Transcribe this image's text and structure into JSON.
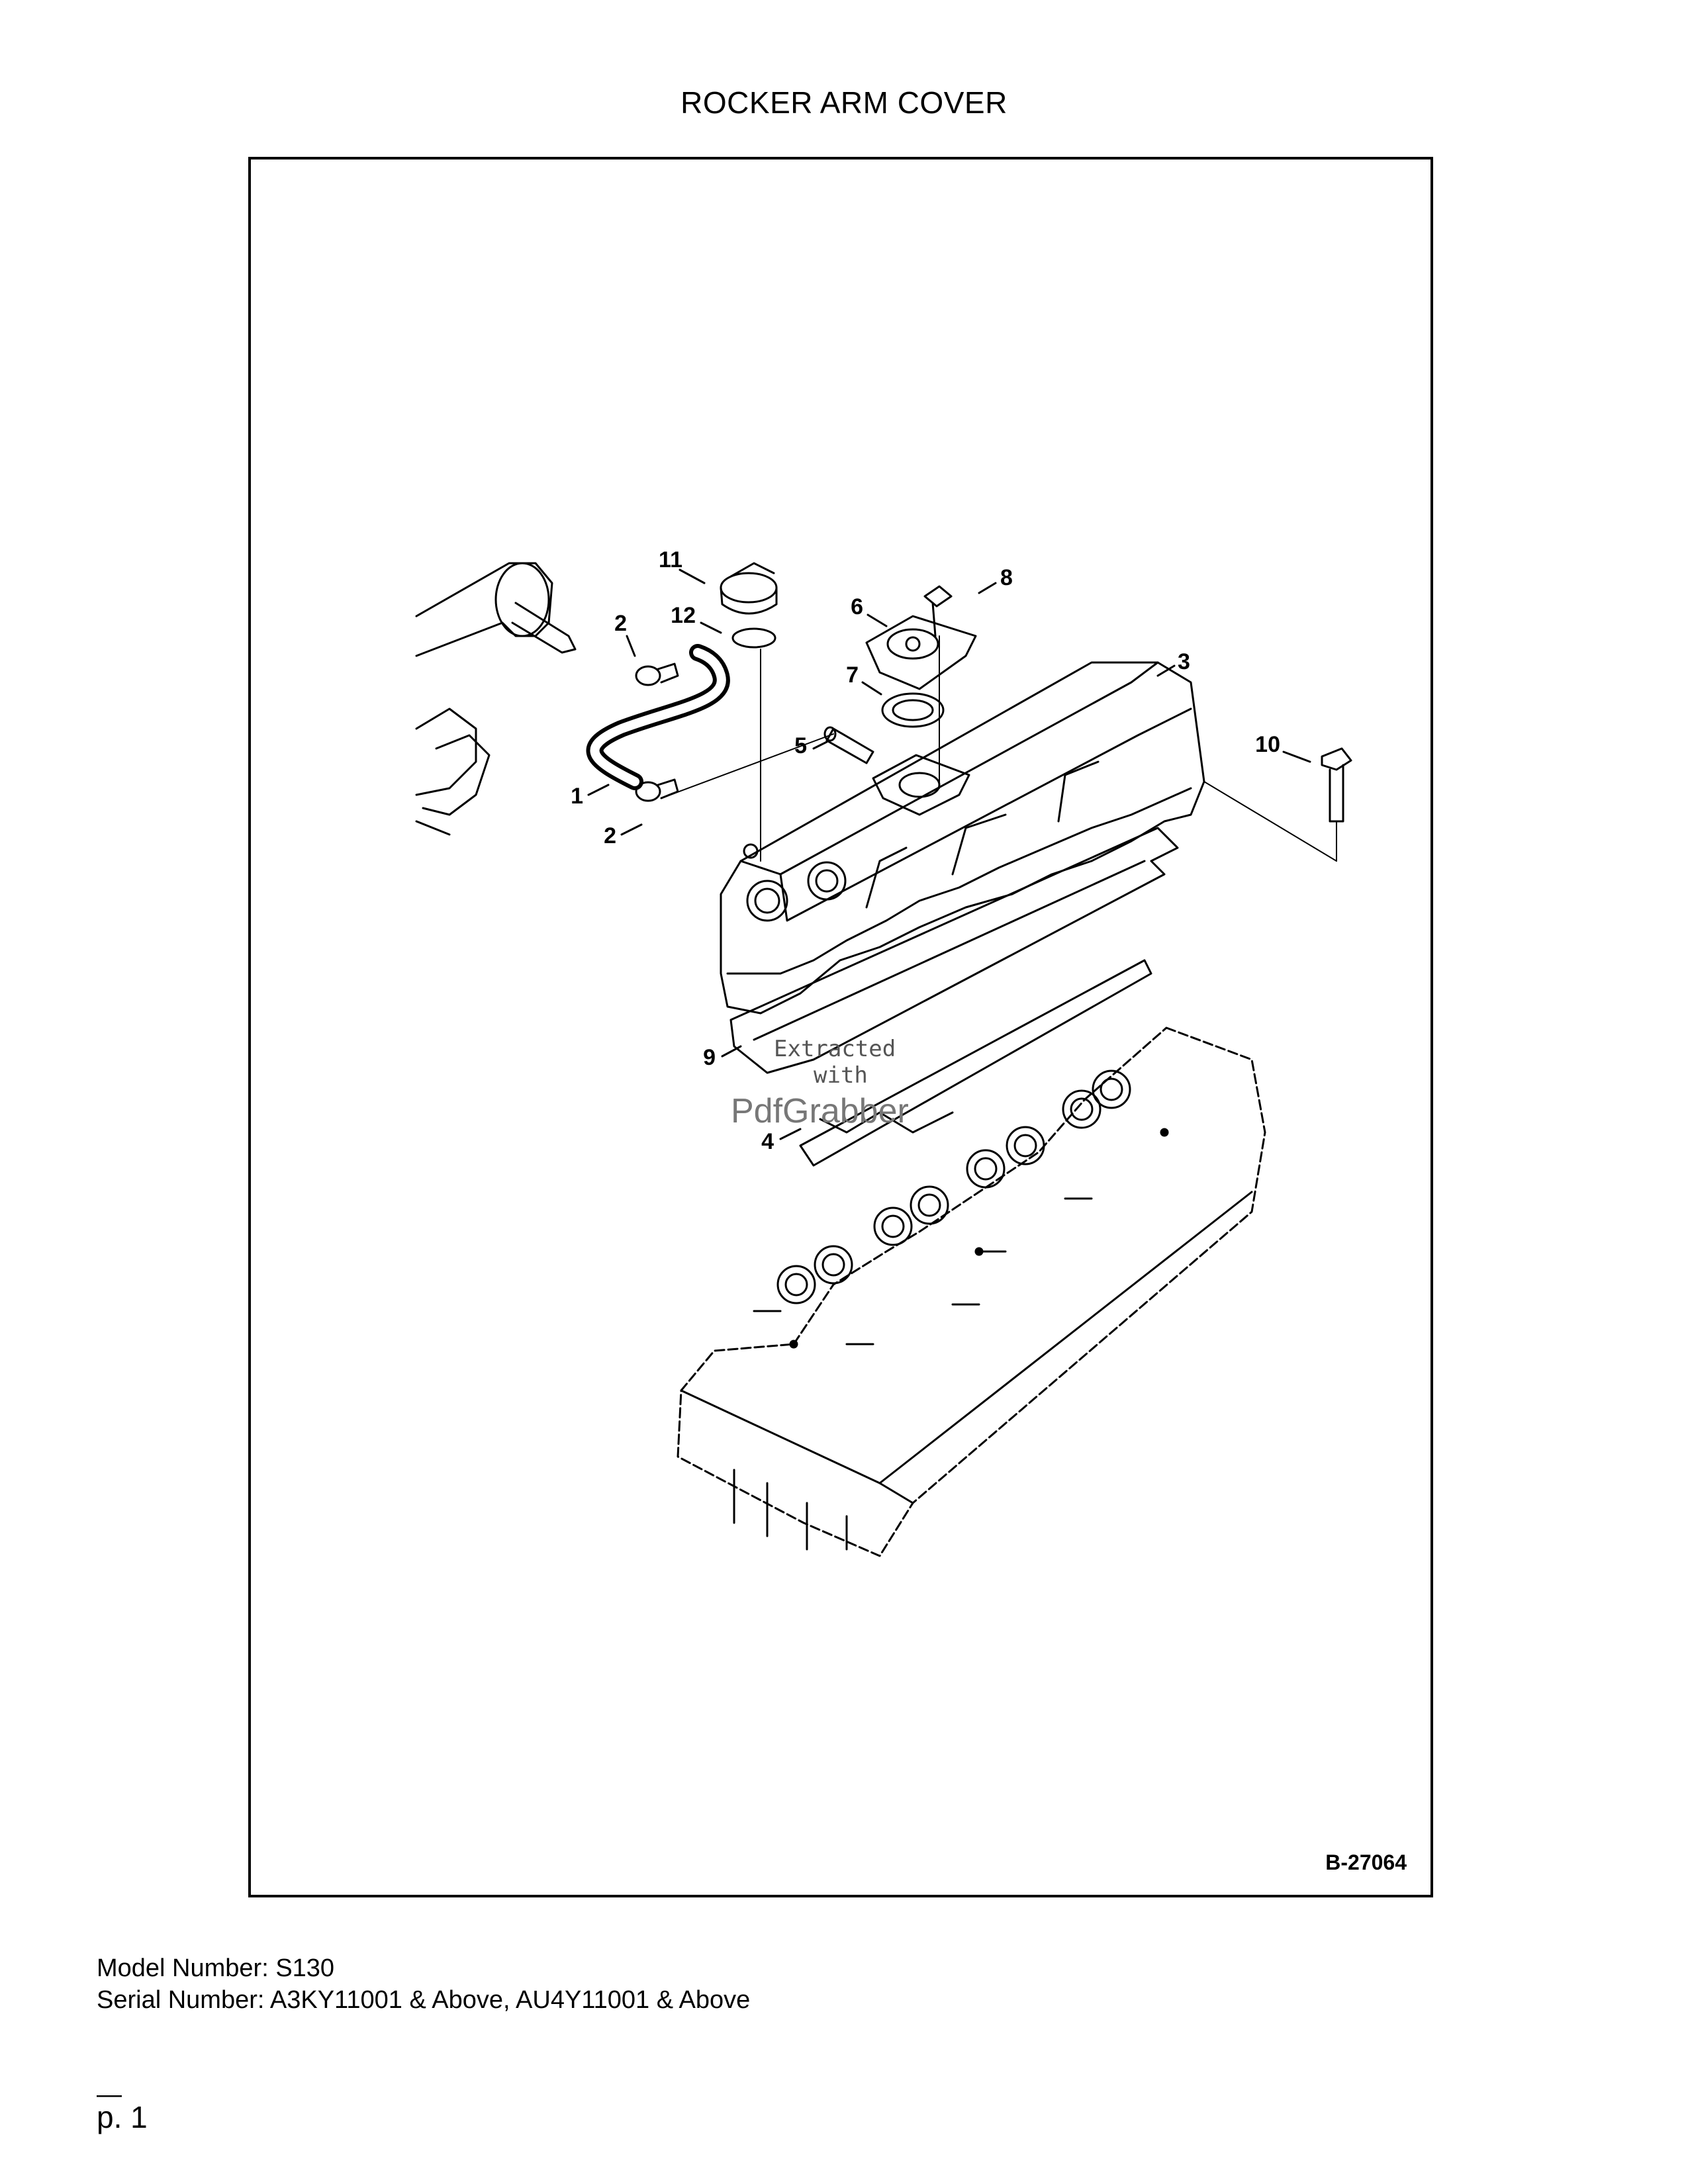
{
  "page": {
    "title": "ROCKER ARM COVER",
    "figure_id": "B-27064",
    "model_line": "Model Number: S130",
    "serial_line": "Serial Number: A3KY11001 & Above, AU4Y11001 & Above",
    "page_mark": "—",
    "page_number": "p. 1"
  },
  "callouts": [
    {
      "id": "c1",
      "label": "1"
    },
    {
      "id": "c2a",
      "label": "2"
    },
    {
      "id": "c2b",
      "label": "2"
    },
    {
      "id": "c3",
      "label": "3"
    },
    {
      "id": "c4",
      "label": "4"
    },
    {
      "id": "c5",
      "label": "5"
    },
    {
      "id": "c6",
      "label": "6"
    },
    {
      "id": "c7",
      "label": "7"
    },
    {
      "id": "c8",
      "label": "8"
    },
    {
      "id": "c9",
      "label": "9"
    },
    {
      "id": "c10",
      "label": "10"
    },
    {
      "id": "c11",
      "label": "11"
    },
    {
      "id": "c12",
      "label": "12"
    }
  ],
  "watermark": {
    "line1": "Extracted",
    "line2": "with",
    "line3": "PdfGrabber"
  }
}
